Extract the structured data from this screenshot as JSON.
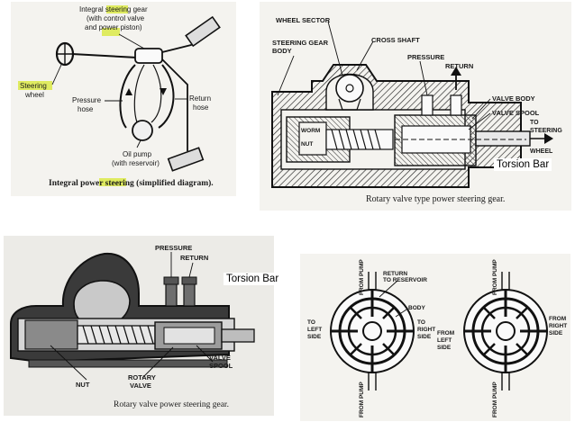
{
  "panel1": {
    "labels": {
      "gear_line1": "Integral steering gear",
      "gear_line2": "(with control valve",
      "gear_line3": "and power piston)",
      "steering_wheel_1": "Steering",
      "steering_wheel_2": "wheel",
      "pressure_hose_1": "Pressure",
      "pressure_hose_2": "hose",
      "return_hose_1": "Return",
      "return_hose_2": "hose",
      "oil_pump_1": "Oil pump",
      "oil_pump_2": "(with reservoir)"
    },
    "caption": "Integral power steering (simplified diagram).",
    "highlight_color": "#d8e830"
  },
  "panel2": {
    "labels": {
      "wheel_sector": "WHEEL SECTOR",
      "gear_body_1": "STEERING GEAR",
      "gear_body_2": "BODY",
      "cross_shaft": "CROSS SHAFT",
      "pressure": "PRESSURE",
      "return": "RETURN",
      "valve_body": "VALVE BODY",
      "valve_spool": "VALVE SPOOL",
      "to_wheel_1": "TO",
      "to_wheel_2": "STEERING",
      "to_wheel_3": "WHEEL",
      "worm": "WORM",
      "nut": "NUT"
    },
    "caption": "Rotary valve type power steering gear.",
    "overlay": "Torsion Bar"
  },
  "panel3": {
    "labels": {
      "pressure": "PRESSURE",
      "return": "RETURN",
      "nut": "NUT",
      "rotary_1": "ROTARY",
      "rotary_2": "VALVE",
      "valve_1": "VALVE",
      "valve_2": "SPOOL"
    },
    "caption": "Rotary valve power steering gear.",
    "overlay": "Torsion Bar"
  },
  "panel4": {
    "labels": {
      "from_pump": "FROM PUMP",
      "return_1": "RETURN",
      "return_2": "TO RESERVOIR",
      "body": "BODY",
      "to_left_1": "TO",
      "to_left_2": "LEFT",
      "to_left_3": "SIDE",
      "to_right_1": "TO",
      "to_right_2": "RIGHT",
      "to_right_3": "SIDE",
      "from_left_1": "FROM",
      "from_left_2": "LEFT",
      "from_left_3": "SIDE",
      "from_right_1": "FROM",
      "from_right_2": "RIGHT",
      "from_right_3": "SIDE"
    }
  }
}
